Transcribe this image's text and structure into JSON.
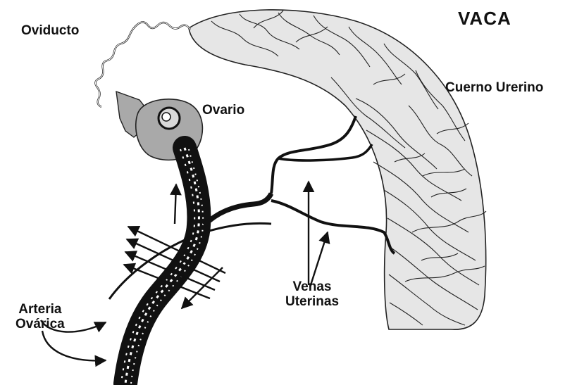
{
  "title": "VACA",
  "labels": {
    "oviduct": "Oviducto",
    "ovary": "Ovario",
    "uterine_horn": "Cuerno Urerino",
    "uterine_veins_line1": "Venas",
    "uterine_veins_line2": "Uterinas",
    "ovarian_artery_line1": "Arteria",
    "ovarian_artery_line2": "Ovárica"
  },
  "colors": {
    "ink": "#111111",
    "ovary_fill": "#a9a9a9",
    "horn_fill": "#e6e6e6",
    "background": "#ffffff"
  }
}
